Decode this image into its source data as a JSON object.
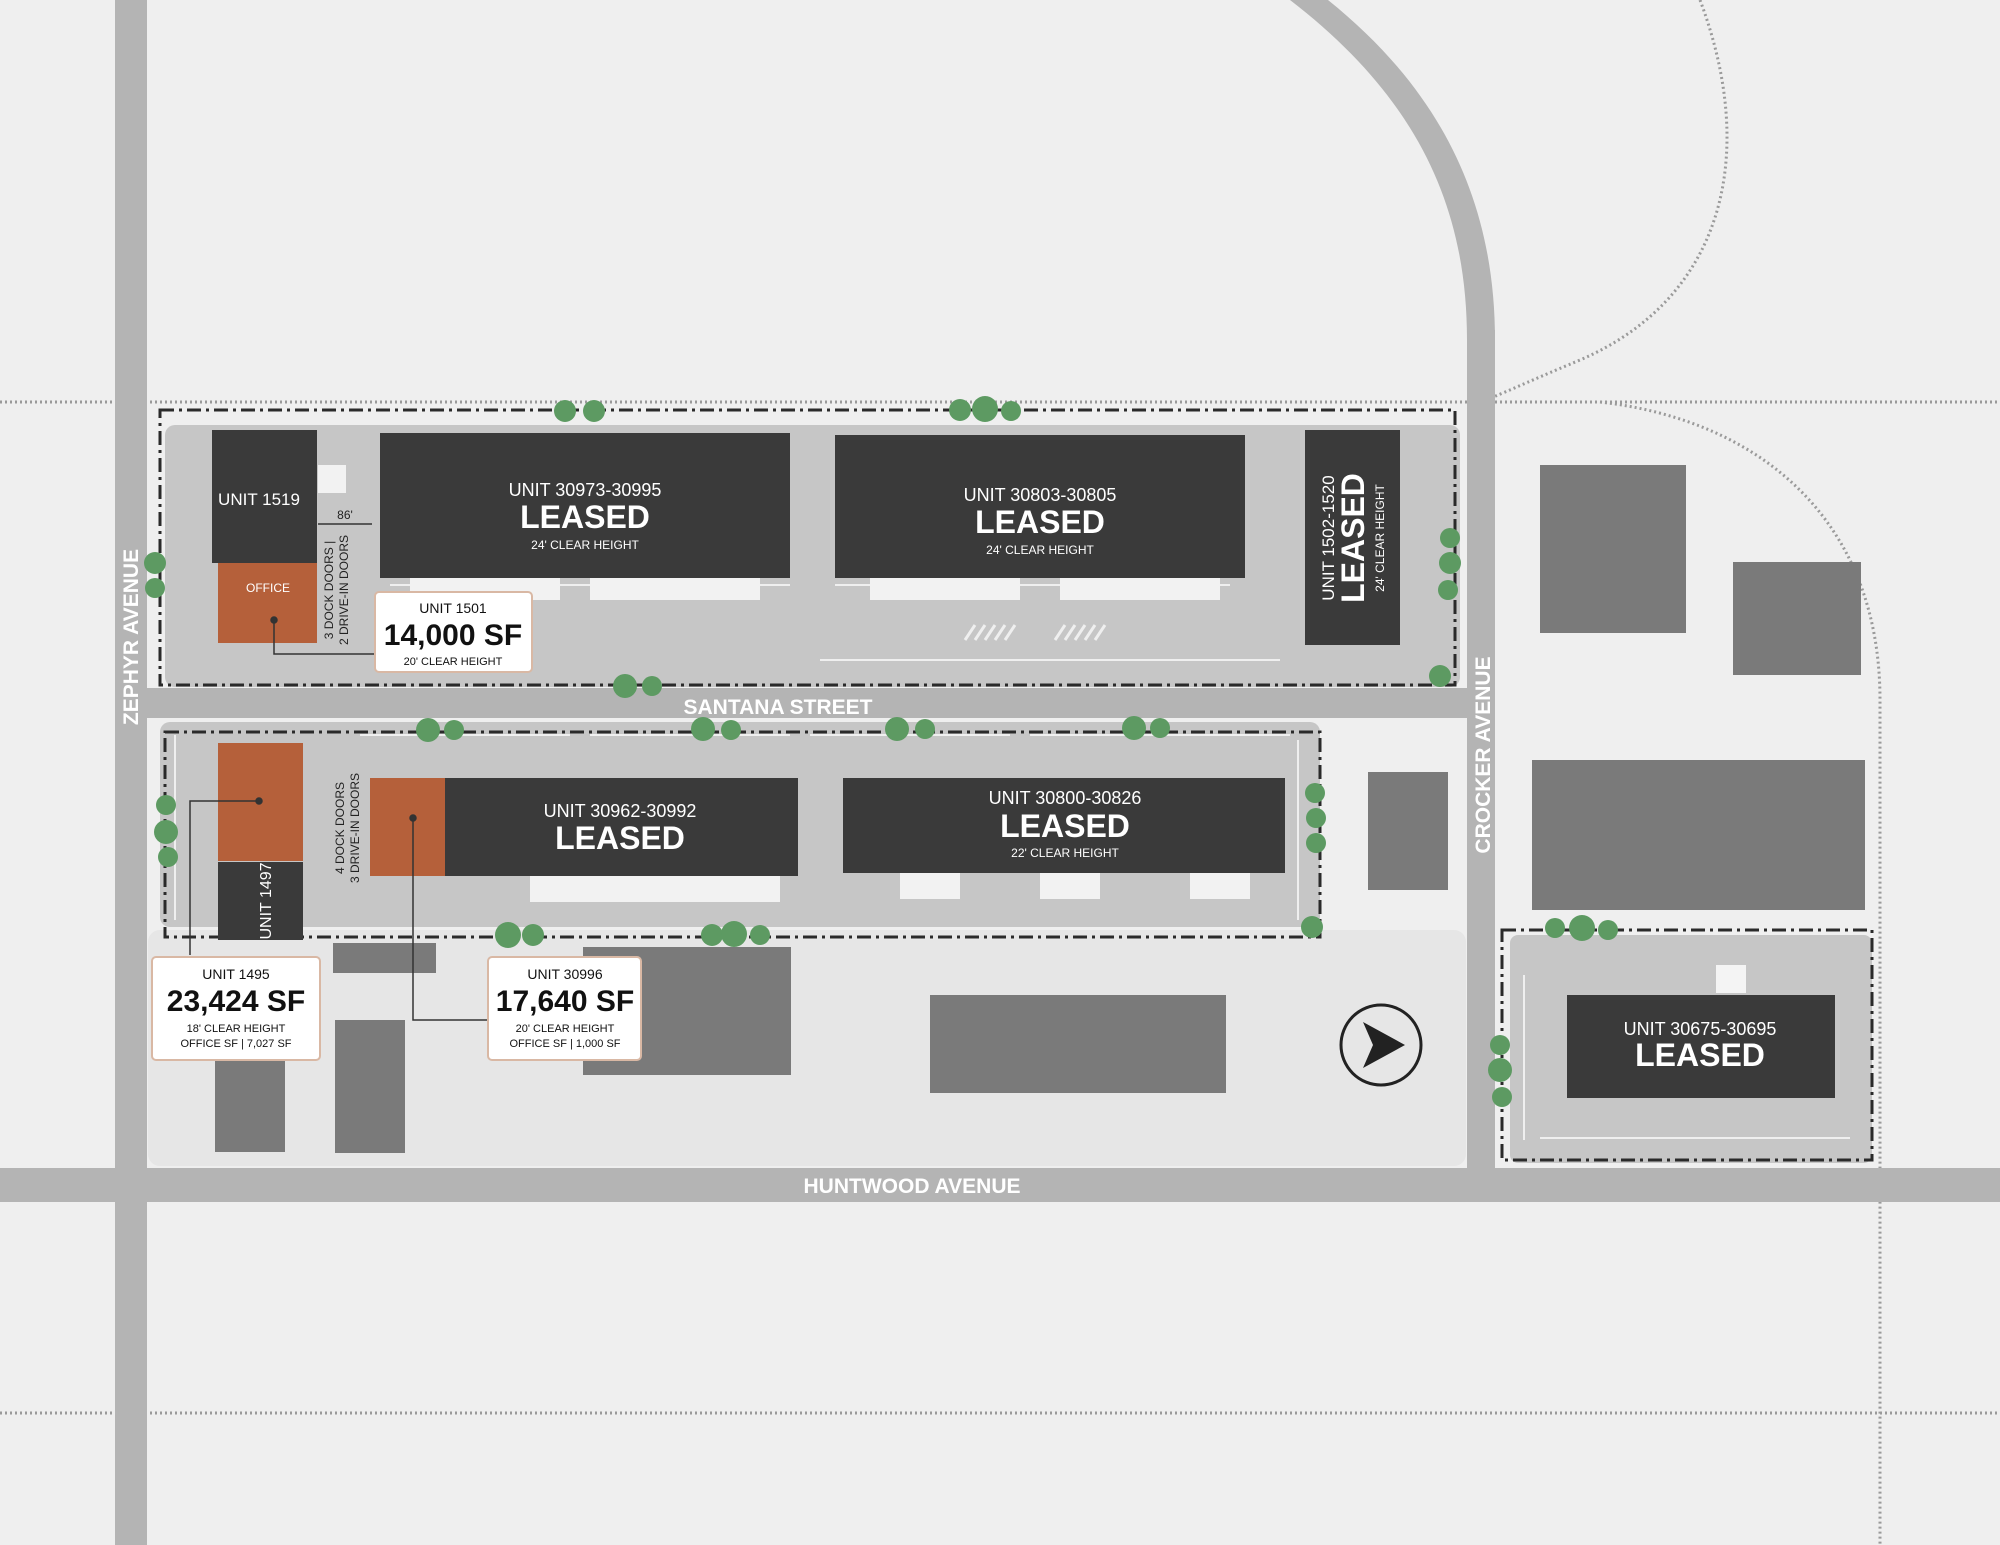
{
  "streets": {
    "zephyr": "ZEPHYR AVENUE",
    "santana": "SANTANA STREET",
    "crocker": "CROCKER AVENUE",
    "huntwood": "HUNTWOOD AVENUE"
  },
  "buildings": {
    "b30973": {
      "unit": "UNIT 30973-30995",
      "status": "LEASED",
      "height": "24' CLEAR HEIGHT"
    },
    "b30803": {
      "unit": "UNIT 30803-30805",
      "status": "LEASED",
      "height": "24' CLEAR HEIGHT"
    },
    "b1502": {
      "unit": "UNIT 1502-1520",
      "status": "LEASED",
      "height": "24' CLEAR HEIGHT"
    },
    "b30962": {
      "unit": "UNIT 30962-30992",
      "status": "LEASED"
    },
    "b30800": {
      "unit": "UNIT 30800-30826",
      "status": "LEASED",
      "height": "22' CLEAR HEIGHT"
    },
    "b30675": {
      "unit": "UNIT 30675-30695",
      "status": "LEASED"
    },
    "b1519": {
      "unit": "UNIT 1519",
      "office": "OFFICE"
    },
    "b1497": {
      "unit": "UNIT 1497"
    }
  },
  "annotations": {
    "dim_86": "86'",
    "doors_1501_a": "3 DOCK DOORS |",
    "doors_1501_b": "2 DRIVE-IN DOORS",
    "doors_30996_a": "4 DOCK DOORS",
    "doors_30996_b": "3 DRIVE-IN DOORS"
  },
  "callouts": {
    "c1501": {
      "unit": "UNIT 1501",
      "size": "14,000 SF",
      "line1": "20' CLEAR HEIGHT"
    },
    "c1495": {
      "unit": "UNIT 1495",
      "size": "23,424 SF",
      "line1": "18' CLEAR HEIGHT",
      "line2": "OFFICE SF | 7,027 SF"
    },
    "c30996": {
      "unit": "UNIT 30996",
      "size": "17,640 SF",
      "line1": "20' CLEAR HEIGHT",
      "line2": "OFFICE SF | 1,000 SF"
    }
  },
  "colors": {
    "background": "#efefef",
    "road": "#b4b4b4",
    "lot": "#c8c8c8",
    "building_dark": "#3a3a3a",
    "building_neighbor": "#7a7a7a",
    "available_unit": "#b5603a",
    "tree": "#5d9a62"
  },
  "icons": {
    "north_arrow": "north-arrow-icon"
  }
}
